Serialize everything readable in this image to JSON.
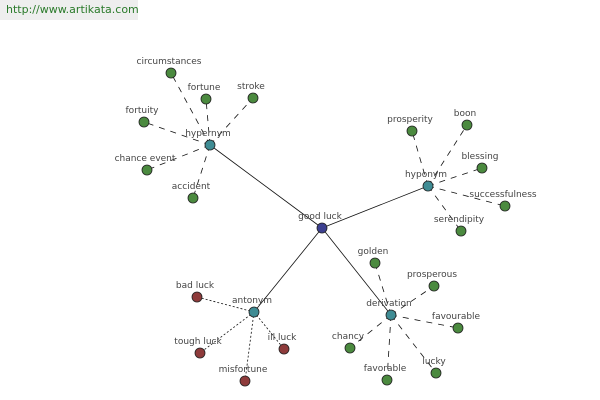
{
  "url": "http://www.artikata.com",
  "colors": {
    "root": "#3c4090",
    "relation": "#3f8c94",
    "synonym": "#4b8a3f",
    "antonym": "#8e3b3b"
  },
  "root": "good luck",
  "groups": [
    {
      "relation": "hypernym",
      "link": "dashed",
      "words": [
        "circumstances",
        "fortune",
        "stroke",
        "fortuity",
        "chance event",
        "accident"
      ]
    },
    {
      "relation": "hyponym",
      "link": "dashed",
      "words": [
        "prosperity",
        "boon",
        "blessing",
        "successfulness",
        "serendipity"
      ]
    },
    {
      "relation": "antonym",
      "link": "dotted",
      "words": [
        "bad luck",
        "tough luck",
        "ill luck",
        "misfortune"
      ]
    },
    {
      "relation": "derivation",
      "link": "dashed",
      "words": [
        "golden",
        "prosperous",
        "favourable",
        "chancy",
        "favorable",
        "lucky"
      ]
    }
  ]
}
